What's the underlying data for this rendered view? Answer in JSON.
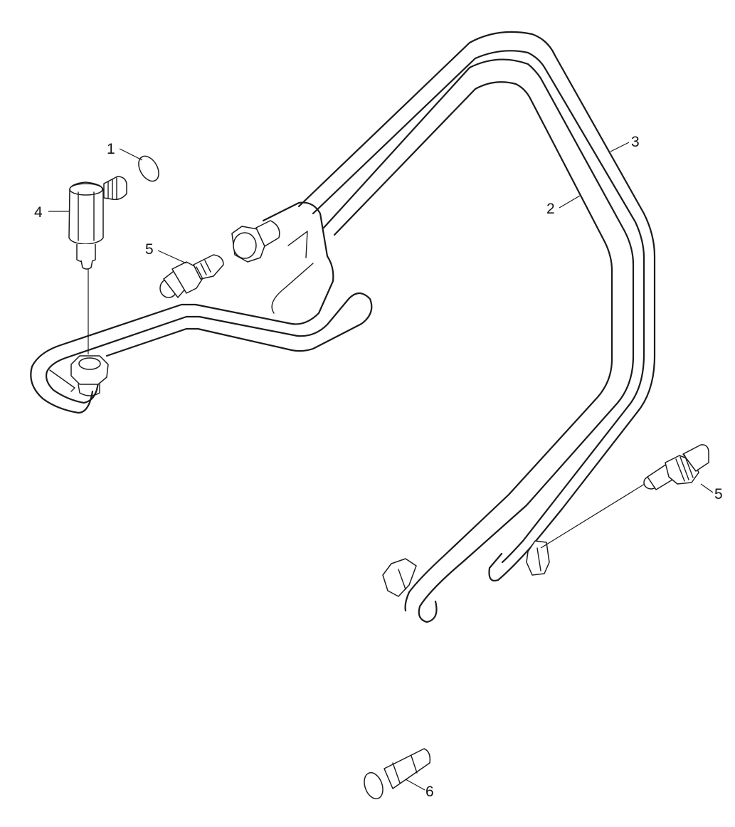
{
  "callouts": [
    {
      "id": "1",
      "label": "1"
    },
    {
      "id": "2",
      "label": "2"
    },
    {
      "id": "3",
      "label": "3"
    },
    {
      "id": "4",
      "label": "4"
    },
    {
      "id": "5a",
      "label": "5"
    },
    {
      "id": "5b",
      "label": "5"
    },
    {
      "id": "6",
      "label": "6"
    }
  ],
  "colors": {
    "line": "#1a1a1a",
    "background": "#ffffff"
  }
}
